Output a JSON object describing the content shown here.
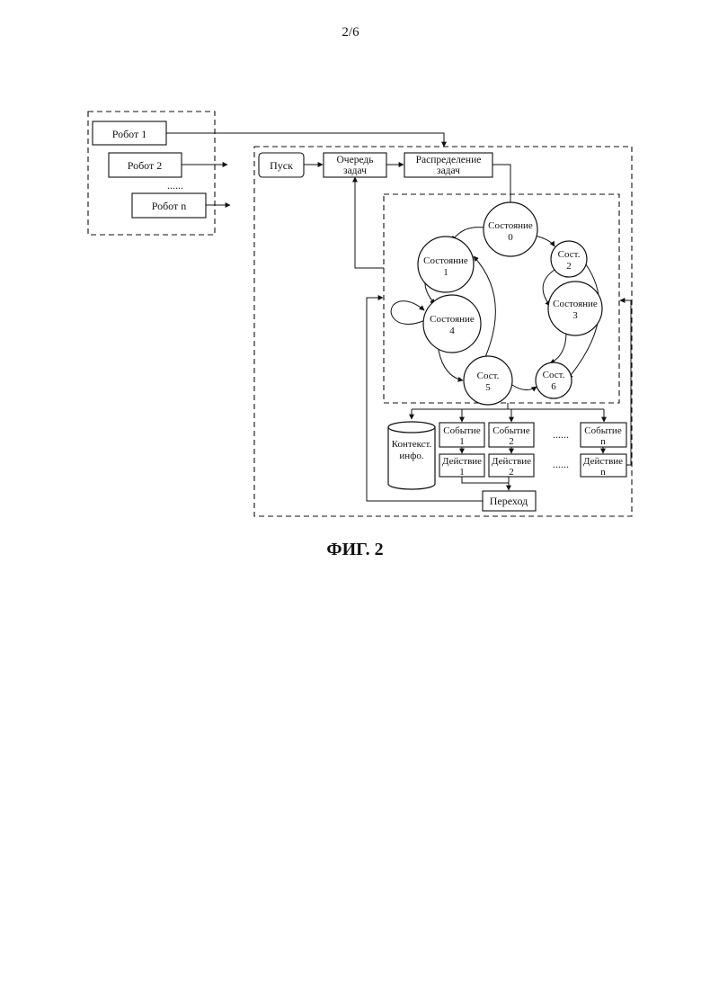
{
  "page_number": "2/6",
  "figure_caption": "ФИГ. 2",
  "robots": {
    "r1": "Робот 1",
    "r2": "Робот 2",
    "dots": "......",
    "rn": "Робот n"
  },
  "pipeline": {
    "start": "Пуск",
    "queue": [
      "Очередь",
      "задач"
    ],
    "dist": [
      "Распределение",
      "задач"
    ]
  },
  "states": {
    "s0": [
      "Состояние",
      "0"
    ],
    "s1": [
      "Состояние",
      "1"
    ],
    "s2": [
      "Сост.",
      "2"
    ],
    "s3": [
      "Состояние",
      "3"
    ],
    "s4": [
      "Состояние",
      "4"
    ],
    "s5": [
      "Сост.",
      "5"
    ],
    "s6": [
      "Сост.",
      "6"
    ]
  },
  "context": [
    "Контекст.",
    "инфо."
  ],
  "events": [
    [
      "Событие",
      "1"
    ],
    [
      "Событие",
      "2"
    ],
    [
      "Событие",
      "n"
    ]
  ],
  "actions": [
    [
      "Действие",
      "1"
    ],
    [
      "Действие",
      "2"
    ],
    [
      "Действие",
      "n"
    ]
  ],
  "events_dots": "......",
  "actions_dots": "......",
  "transition": "Переход"
}
